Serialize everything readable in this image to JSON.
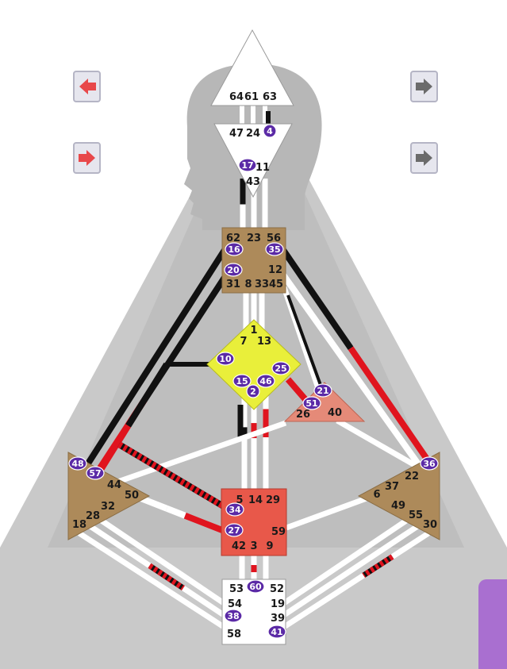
{
  "colors": {
    "background": "#ffffff",
    "silhouette": "#bdbdbd",
    "head_center": "#ffffff",
    "g_center": "#e9ef3a",
    "tan_center": "#ad8a5a",
    "red_center": "#e8584a",
    "ego_center": "#e58a78",
    "channel_black": "#111111",
    "channel_red": "#e0141e",
    "channel_white": "#ffffff",
    "activation_badge": "#5b2aa6",
    "nav_red": "#e8484a",
    "nav_gray": "#6b6b6b",
    "side_tab": "#a96fd0"
  },
  "nav": {
    "left_top_icon": "arrow-left-red-icon",
    "left_bottom_icon": "arrow-right-red-icon",
    "right_top_icon": "arrow-right-gray-icon",
    "right_bottom_icon": "arrow-right-gray-icon"
  },
  "centers": {
    "head": {
      "gates": [
        "64",
        "61",
        "63"
      ]
    },
    "ajna": {
      "gates": [
        "47",
        "24",
        "4",
        "17",
        "11",
        "43"
      ]
    },
    "throat": {
      "gates": [
        "62",
        "23",
        "56",
        "16",
        "35",
        "20",
        "12",
        "31",
        "8",
        "33",
        "45"
      ]
    },
    "g": {
      "gates": [
        "1",
        "7",
        "13",
        "10",
        "25",
        "15",
        "2",
        "46"
      ]
    },
    "ego": {
      "gates": [
        "21",
        "51",
        "26",
        "40"
      ]
    },
    "spleen": {
      "gates": [
        "48",
        "57",
        "44",
        "50",
        "32",
        "28",
        "18"
      ]
    },
    "solar_plexus": {
      "gates": [
        "36",
        "22",
        "37",
        "6",
        "49",
        "55",
        "30"
      ]
    },
    "sacral": {
      "gates": [
        "5",
        "14",
        "29",
        "34",
        "27",
        "59",
        "42",
        "3",
        "9"
      ]
    },
    "root": {
      "gates": [
        "53",
        "60",
        "52",
        "54",
        "19",
        "38",
        "39",
        "58",
        "41"
      ]
    }
  },
  "activated_gates": [
    "4",
    "17",
    "16",
    "35",
    "20",
    "10",
    "15",
    "2",
    "46",
    "25",
    "21",
    "51",
    "48",
    "57",
    "34",
    "27",
    "60",
    "38",
    "41",
    "36"
  ]
}
